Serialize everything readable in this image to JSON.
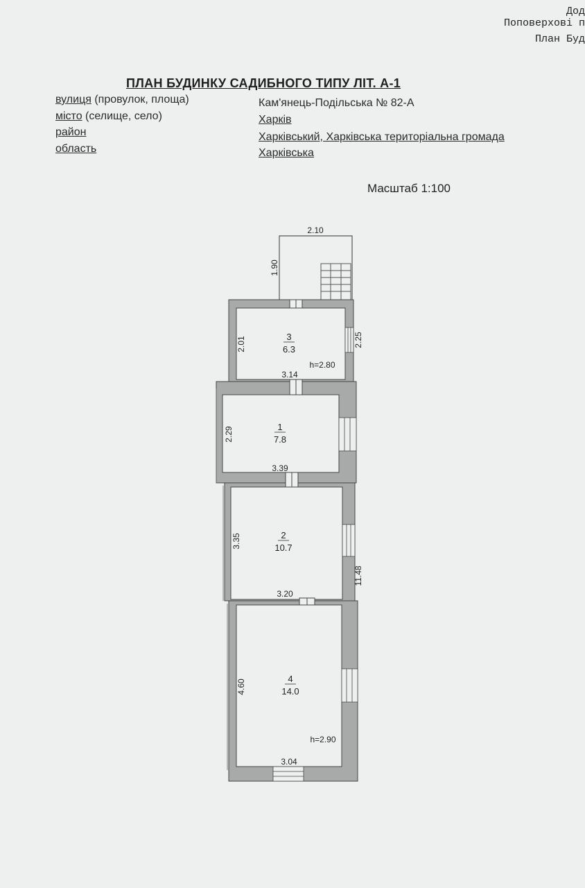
{
  "corner": {
    "line1": "Дод",
    "line2": "Поповерхові п",
    "line3": "План Буд"
  },
  "title": "ПЛАН БУДИНКУ САДИБНОГО ТИПУ ЛІТ. А-1",
  "address": {
    "street_label_main": "вулиця",
    "street_label_rest": " (провулок, площа)",
    "street_value": "Кам'янець-Подільська № 82-А",
    "city_label_main": "місто",
    "city_label_rest": " (селище, село)",
    "city_value": "Харків",
    "district_label": "район",
    "district_value": "Харківський, Харківська територіальна громада",
    "region_label": "область",
    "region_value": "Харківська"
  },
  "scale": "Масштаб 1:100",
  "plan": {
    "porch_width": "2.10",
    "porch_depth": "1.90",
    "rooms": [
      {
        "number": "3",
        "area": "6.3"
      },
      {
        "number": "1",
        "area": "7.8"
      },
      {
        "number": "2",
        "area": "10.7"
      },
      {
        "number": "4",
        "area": "14.0"
      }
    ],
    "heights": [
      "h=2.80",
      "h=2.90"
    ],
    "dims": {
      "r3_height": "2.01",
      "r3_side": "2.25",
      "r3_width": "3.14",
      "r1_height": "2.29",
      "r1_width": "3.39",
      "r2_height": "3.35",
      "r2_width": "3.20",
      "total_length": "11.48",
      "r4_height": "4.60",
      "r4_width": "3.04"
    }
  }
}
